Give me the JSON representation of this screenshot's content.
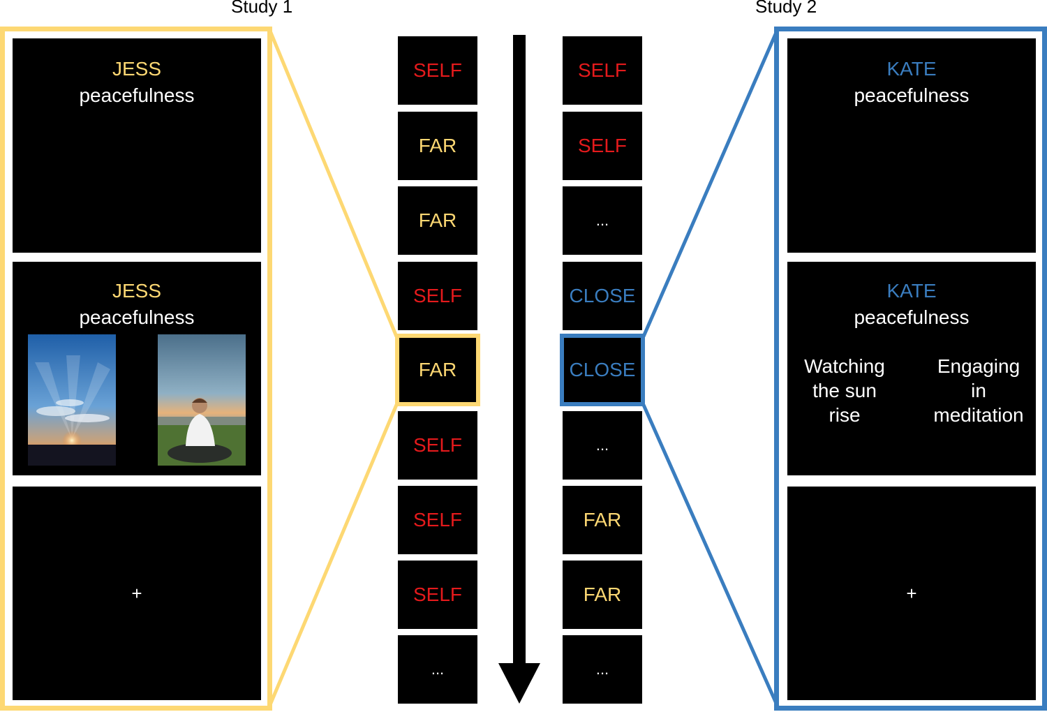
{
  "colors": {
    "self": "#e41a1c",
    "far": "#fdd873",
    "close": "#3a7dbf",
    "study1_frame": "#fdd873",
    "study2_frame": "#3a7dbf",
    "screen": "#000000",
    "text": "#ffffff"
  },
  "study1": {
    "title": "Study 1",
    "name": "JESS",
    "emotion": "peacefulness",
    "fixation": "+",
    "images": [
      "sunrise-photo",
      "meditation-photo"
    ]
  },
  "study2": {
    "title": "Study 2",
    "name": "KATE",
    "emotion": "peacefulness",
    "fixation": "+",
    "choices": [
      {
        "lines": [
          "Watching",
          "the sun",
          "rise"
        ]
      },
      {
        "lines": [
          "Engaging",
          "in",
          "meditation"
        ]
      }
    ]
  },
  "sequence1": [
    {
      "label": "SELF",
      "type": "self"
    },
    {
      "label": "FAR",
      "type": "far"
    },
    {
      "label": "FAR",
      "type": "far"
    },
    {
      "label": "SELF",
      "type": "self"
    },
    {
      "label": "FAR",
      "type": "far",
      "highlight": true
    },
    {
      "label": "SELF",
      "type": "self"
    },
    {
      "label": "SELF",
      "type": "self"
    },
    {
      "label": "SELF",
      "type": "self"
    },
    {
      "label": "...",
      "type": "text"
    }
  ],
  "sequence2": [
    {
      "label": "SELF",
      "type": "self"
    },
    {
      "label": "SELF",
      "type": "self"
    },
    {
      "label": "...",
      "type": "text"
    },
    {
      "label": "CLOSE",
      "type": "close"
    },
    {
      "label": "CLOSE",
      "type": "close",
      "highlight": true
    },
    {
      "label": "...",
      "type": "text"
    },
    {
      "label": "FAR",
      "type": "far"
    },
    {
      "label": "FAR",
      "type": "far"
    },
    {
      "label": "...",
      "type": "text"
    }
  ],
  "arrow": "time-arrow"
}
